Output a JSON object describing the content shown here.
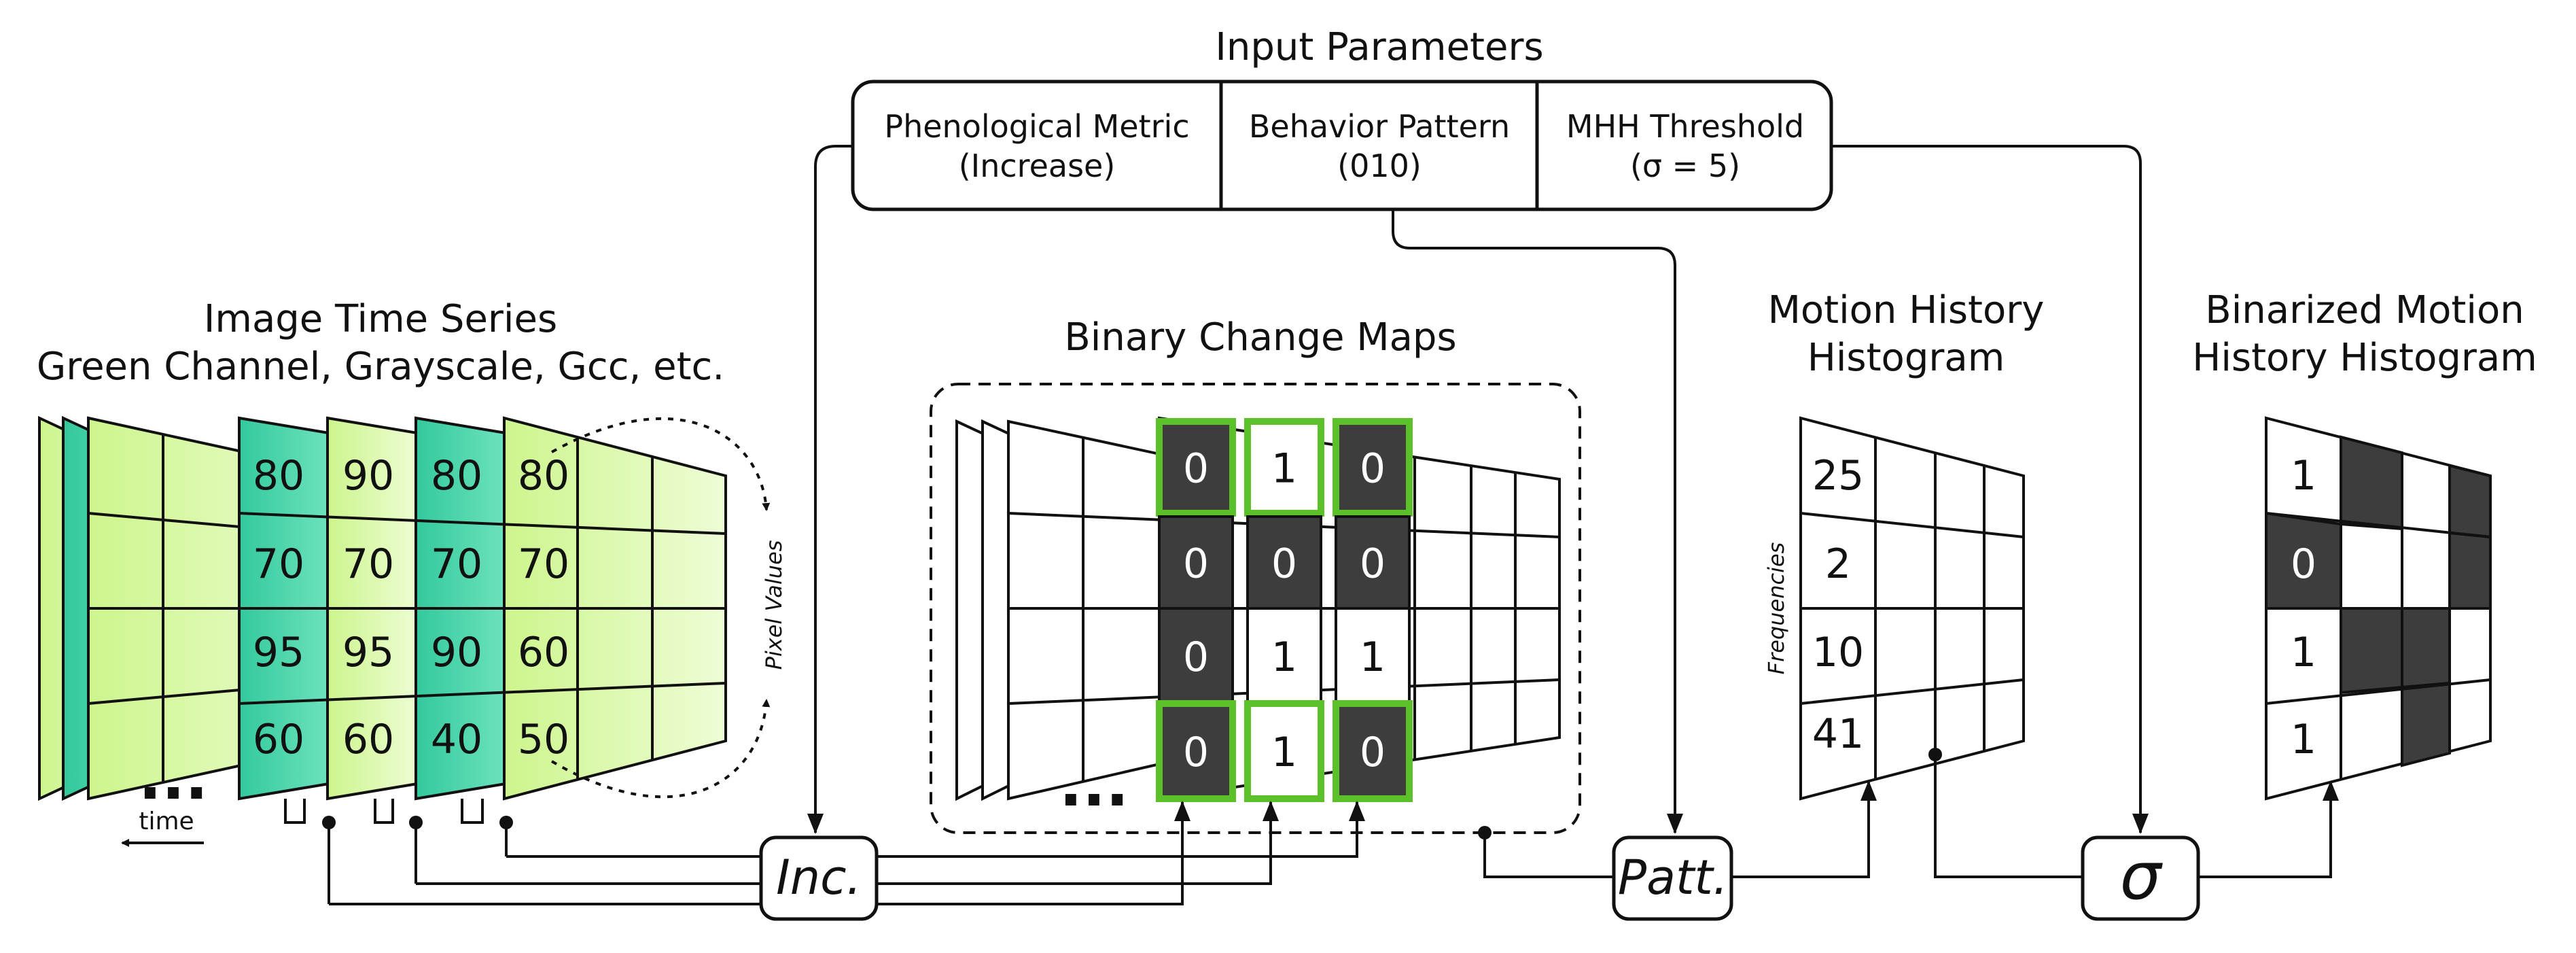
{
  "diagram": {
    "input_parameters": {
      "title": "Input Parameters",
      "items": [
        {
          "line1": "Phenological Metric",
          "line2": "(Increase)"
        },
        {
          "line1": "Behavior Pattern",
          "line2": "(010)"
        },
        {
          "line1": "MHH Threshold",
          "line2": "(σ = 5)"
        }
      ]
    },
    "image_time_series": {
      "title": "Image Time Series",
      "subtitle": "Green Channel, Grayscale, Gcc, etc.",
      "pixel_values_label": "Pixel Values",
      "time_label": "time",
      "ellipsis": "...",
      "frames": [
        {
          "color": "teal",
          "values": [
            "80",
            "70",
            "95",
            "60"
          ]
        },
        {
          "color": "lime",
          "values": [
            "90",
            "70",
            "95",
            "60"
          ]
        },
        {
          "color": "teal",
          "values": [
            "80",
            "70",
            "90",
            "40"
          ]
        },
        {
          "color": "lime",
          "values": [
            "80",
            "70",
            "60",
            "50"
          ]
        }
      ]
    },
    "binary_change_maps": {
      "title": "Binary Change Maps",
      "ellipsis": "...",
      "columns": [
        {
          "values": [
            "0",
            "0",
            "0",
            "0"
          ],
          "dark": [
            true,
            true,
            true,
            true
          ]
        },
        {
          "values": [
            "1",
            "0",
            "1",
            "1"
          ],
          "dark": [
            false,
            true,
            false,
            false
          ]
        },
        {
          "values": [
            "0",
            "0",
            "1",
            "0"
          ],
          "dark": [
            true,
            true,
            false,
            true
          ]
        }
      ]
    },
    "motion_history_histogram": {
      "title_line1": "Motion History",
      "title_line2": "Histogram",
      "axis_label": "Frequencies",
      "values": [
        "25",
        "2",
        "10",
        "41"
      ]
    },
    "binarized_mhh": {
      "title_line1": "Binarized Motion",
      "title_line2": "History Histogram",
      "values": [
        "1",
        "0",
        "1",
        "1"
      ]
    },
    "operators": {
      "increase": "Inc.",
      "pattern": "Patt.",
      "threshold": "σ"
    },
    "colors": {
      "teal": "#3fd4a6",
      "lime": "#d6f99a",
      "dark_cell": "#3d3d3d",
      "green_outline": "#5cc02a",
      "line": "#111111"
    }
  }
}
